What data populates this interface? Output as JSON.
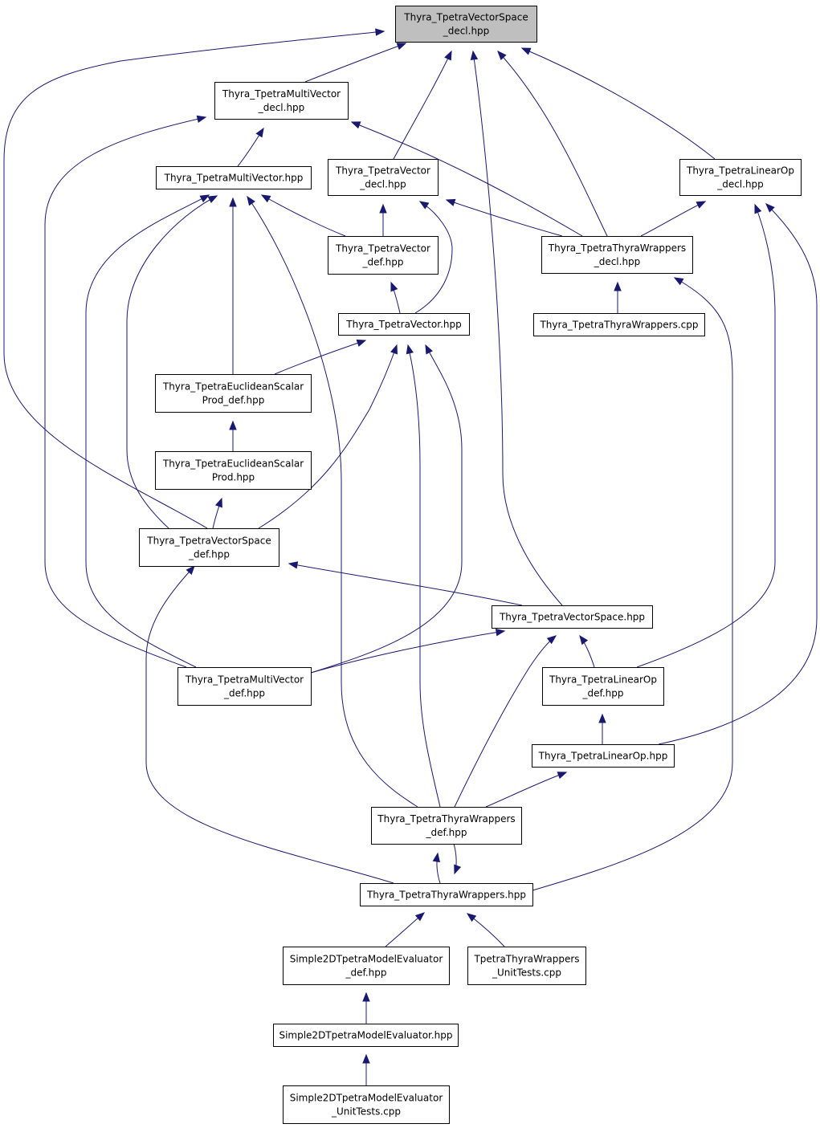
{
  "nodes": [
    {
      "id": "vs_decl",
      "lines": [
        "Thyra_TpetraVectorSpace",
        "_decl.hpp"
      ],
      "root": true
    },
    {
      "id": "mv_decl",
      "lines": [
        "Thyra_TpetraMultiVector",
        "_decl.hpp"
      ]
    },
    {
      "id": "mv_hpp",
      "lines": [
        "Thyra_TpetraMultiVector.hpp"
      ]
    },
    {
      "id": "v_decl",
      "lines": [
        "Thyra_TpetraVector",
        "_decl.hpp"
      ]
    },
    {
      "id": "lo_decl",
      "lines": [
        "Thyra_TpetraLinearOp",
        "_decl.hpp"
      ]
    },
    {
      "id": "v_def",
      "lines": [
        "Thyra_TpetraVector",
        "_def.hpp"
      ]
    },
    {
      "id": "tw_decl",
      "lines": [
        "Thyra_TpetraThyraWrappers",
        "_decl.hpp"
      ]
    },
    {
      "id": "v_hpp",
      "lines": [
        "Thyra_TpetraVector.hpp"
      ]
    },
    {
      "id": "tw_cpp",
      "lines": [
        "Thyra_TpetraThyraWrappers.cpp"
      ]
    },
    {
      "id": "esp_def",
      "lines": [
        "Thyra_TpetraEuclideanScalar",
        "Prod_def.hpp"
      ]
    },
    {
      "id": "esp_hpp",
      "lines": [
        "Thyra_TpetraEuclideanScalar",
        "Prod.hpp"
      ]
    },
    {
      "id": "vs_def",
      "lines": [
        "Thyra_TpetraVectorSpace",
        "_def.hpp"
      ]
    },
    {
      "id": "vs_hpp",
      "lines": [
        "Thyra_TpetraVectorSpace.hpp"
      ]
    },
    {
      "id": "mv_def",
      "lines": [
        "Thyra_TpetraMultiVector",
        "_def.hpp"
      ]
    },
    {
      "id": "lo_def",
      "lines": [
        "Thyra_TpetraLinearOp",
        "_def.hpp"
      ]
    },
    {
      "id": "lo_hpp",
      "lines": [
        "Thyra_TpetraLinearOp.hpp"
      ]
    },
    {
      "id": "tw_def",
      "lines": [
        "Thyra_TpetraThyraWrappers",
        "_def.hpp"
      ]
    },
    {
      "id": "tw_hpp",
      "lines": [
        "Thyra_TpetraThyraWrappers.hpp"
      ]
    },
    {
      "id": "me_def",
      "lines": [
        "Simple2DTpetraModelEvaluator",
        "_def.hpp"
      ]
    },
    {
      "id": "ut_cpp",
      "lines": [
        "TpetraThyraWrappers",
        "_UnitTests.cpp"
      ]
    },
    {
      "id": "me_hpp",
      "lines": [
        "Simple2DTpetraModelEvaluator.hpp"
      ]
    },
    {
      "id": "me_ut",
      "lines": [
        "Simple2DTpetraModelEvaluator",
        "_UnitTests.cpp"
      ]
    }
  ],
  "edges": [
    {
      "from": "mv_decl",
      "to": "vs_decl"
    },
    {
      "from": "v_decl",
      "to": "vs_decl"
    },
    {
      "from": "tw_decl",
      "to": "vs_decl"
    },
    {
      "from": "vs_hpp",
      "to": "vs_decl"
    },
    {
      "from": "lo_decl",
      "to": "vs_decl"
    },
    {
      "from": "vs_def",
      "to": "vs_decl"
    },
    {
      "from": "mv_hpp",
      "to": "mv_decl"
    },
    {
      "from": "mv_def",
      "to": "mv_decl"
    },
    {
      "from": "tw_decl",
      "to": "mv_decl"
    },
    {
      "from": "v_def",
      "to": "mv_hpp"
    },
    {
      "from": "esp_def",
      "to": "mv_hpp"
    },
    {
      "from": "vs_def",
      "to": "mv_hpp"
    },
    {
      "from": "mv_def",
      "to": "mv_hpp"
    },
    {
      "from": "tw_def",
      "to": "mv_hpp"
    },
    {
      "from": "v_def",
      "to": "v_decl"
    },
    {
      "from": "v_hpp",
      "to": "v_decl"
    },
    {
      "from": "tw_decl",
      "to": "v_decl"
    },
    {
      "from": "tw_decl",
      "to": "lo_decl"
    },
    {
      "from": "lo_def",
      "to": "lo_decl"
    },
    {
      "from": "lo_hpp",
      "to": "lo_decl"
    },
    {
      "from": "v_hpp",
      "to": "v_def"
    },
    {
      "from": "tw_cpp",
      "to": "tw_decl"
    },
    {
      "from": "tw_hpp",
      "to": "tw_decl"
    },
    {
      "from": "esp_def",
      "to": "v_hpp"
    },
    {
      "from": "vs_def",
      "to": "v_hpp"
    },
    {
      "from": "mv_def",
      "to": "v_hpp"
    },
    {
      "from": "tw_def",
      "to": "v_hpp"
    },
    {
      "from": "esp_hpp",
      "to": "esp_def"
    },
    {
      "from": "vs_def",
      "to": "esp_hpp"
    },
    {
      "from": "vs_hpp",
      "to": "vs_def"
    },
    {
      "from": "tw_hpp",
      "to": "vs_def"
    },
    {
      "from": "mv_def",
      "to": "vs_hpp"
    },
    {
      "from": "lo_def",
      "to": "vs_hpp"
    },
    {
      "from": "tw_def",
      "to": "vs_hpp"
    },
    {
      "from": "lo_hpp",
      "to": "lo_def"
    },
    {
      "from": "tw_def",
      "to": "lo_hpp"
    },
    {
      "from": "tw_hpp",
      "to": "tw_def"
    },
    {
      "from": "tw_def",
      "to": "tw_hpp"
    },
    {
      "from": "me_def",
      "to": "tw_hpp"
    },
    {
      "from": "ut_cpp",
      "to": "tw_hpp"
    },
    {
      "from": "me_hpp",
      "to": "me_def"
    },
    {
      "from": "me_ut",
      "to": "me_hpp"
    }
  ],
  "colors": {
    "edge": "#191970",
    "root_fill": "#bfbfbf",
    "node_fill": "#ffffff",
    "node_border": "#000000"
  }
}
